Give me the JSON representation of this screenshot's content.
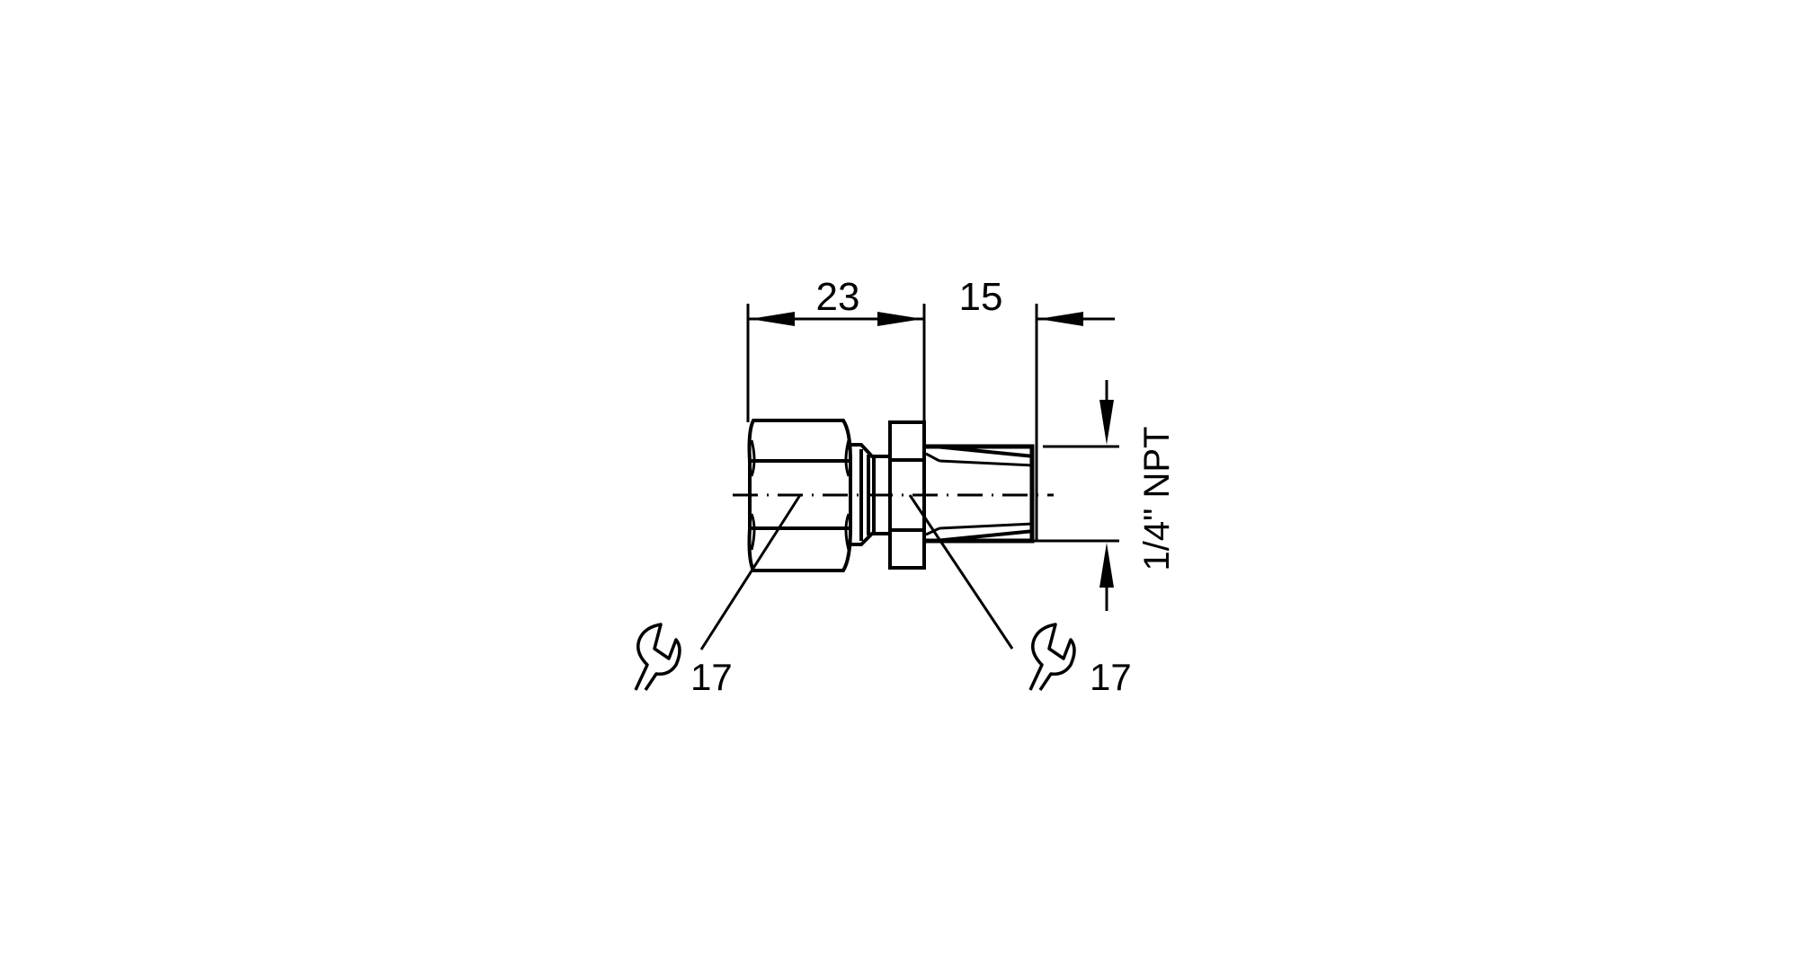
{
  "drawing": {
    "type": "technical-dimension-drawing",
    "subject": "threaded pipe fitting adapter",
    "colors": {
      "line": "#000000",
      "background": "#ffffff"
    },
    "dimensions": {
      "nut_length": "23",
      "thread_length": "15",
      "thread_spec": "1/4\" NPT"
    },
    "wrench_sizes": [
      {
        "icon": "wrench-icon",
        "value": "17",
        "target": "hex nut"
      },
      {
        "icon": "wrench-icon",
        "value": "17",
        "target": "hex body"
      }
    ]
  }
}
